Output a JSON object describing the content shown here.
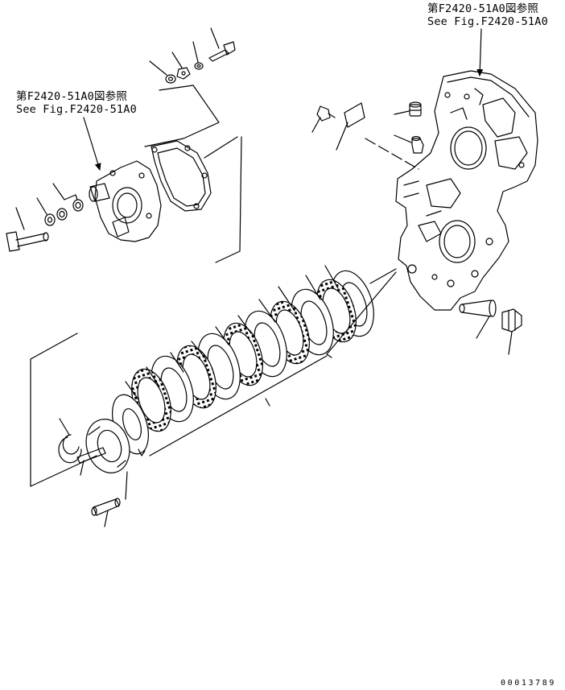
{
  "references": {
    "top_right": {
      "jp": "第F2420-51A0図参照",
      "en": "See Fig.F2420-51A0"
    },
    "left": {
      "jp": "第F2420-51A0図参照",
      "en": "See Fig.F2420-51A0"
    }
  },
  "drawing_code": "00013789"
}
